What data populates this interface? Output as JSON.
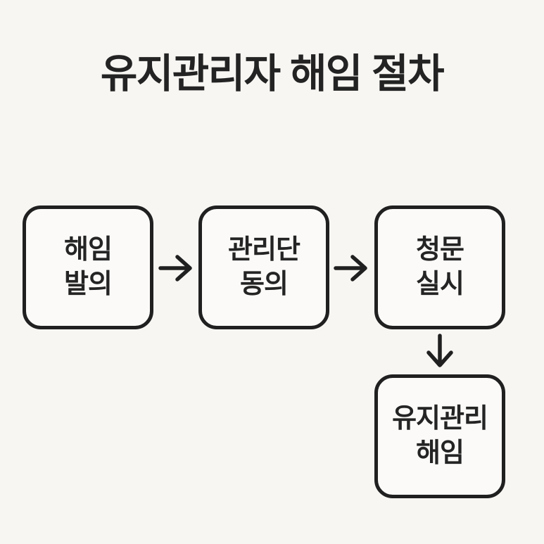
{
  "title": "유지관리자 해임 절차",
  "colors": {
    "background": "#f7f6f3",
    "box_fill": "#fbfaf8",
    "stroke": "#202020",
    "text": "#242424"
  },
  "flow": {
    "steps": [
      {
        "id": "dismissal-proposal",
        "text": "해임\n발의"
      },
      {
        "id": "management-body-consent",
        "text": "관리단\n동의"
      },
      {
        "id": "hearing-held",
        "text": "청문\n실시"
      },
      {
        "id": "maintenance-manager-dismissed",
        "text": "유지관리\n해임"
      }
    ],
    "connections": [
      {
        "from": "dismissal-proposal",
        "to": "management-body-consent",
        "direction": "right"
      },
      {
        "from": "management-body-consent",
        "to": "hearing-held",
        "direction": "right"
      },
      {
        "from": "hearing-held",
        "to": "maintenance-manager-dismissed",
        "direction": "down"
      }
    ]
  }
}
